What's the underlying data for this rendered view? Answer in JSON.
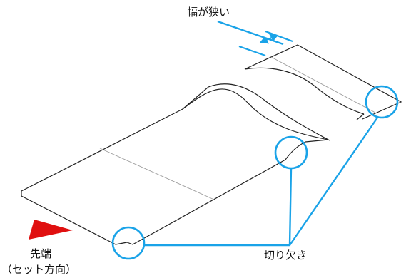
{
  "labels": {
    "narrow_width": "幅が狭い",
    "notch": "切り欠き",
    "leading_edge": "先端",
    "leading_edge_sub": "（セット方向）"
  },
  "colors": {
    "outline": "#222222",
    "fold_line": "#9a9a9a",
    "highlight": "#1aa3e8",
    "arrow": "#e01010"
  },
  "icons": {
    "direction_marker": "red-triangle-arrow",
    "highlight_marker": "blue-circle"
  }
}
